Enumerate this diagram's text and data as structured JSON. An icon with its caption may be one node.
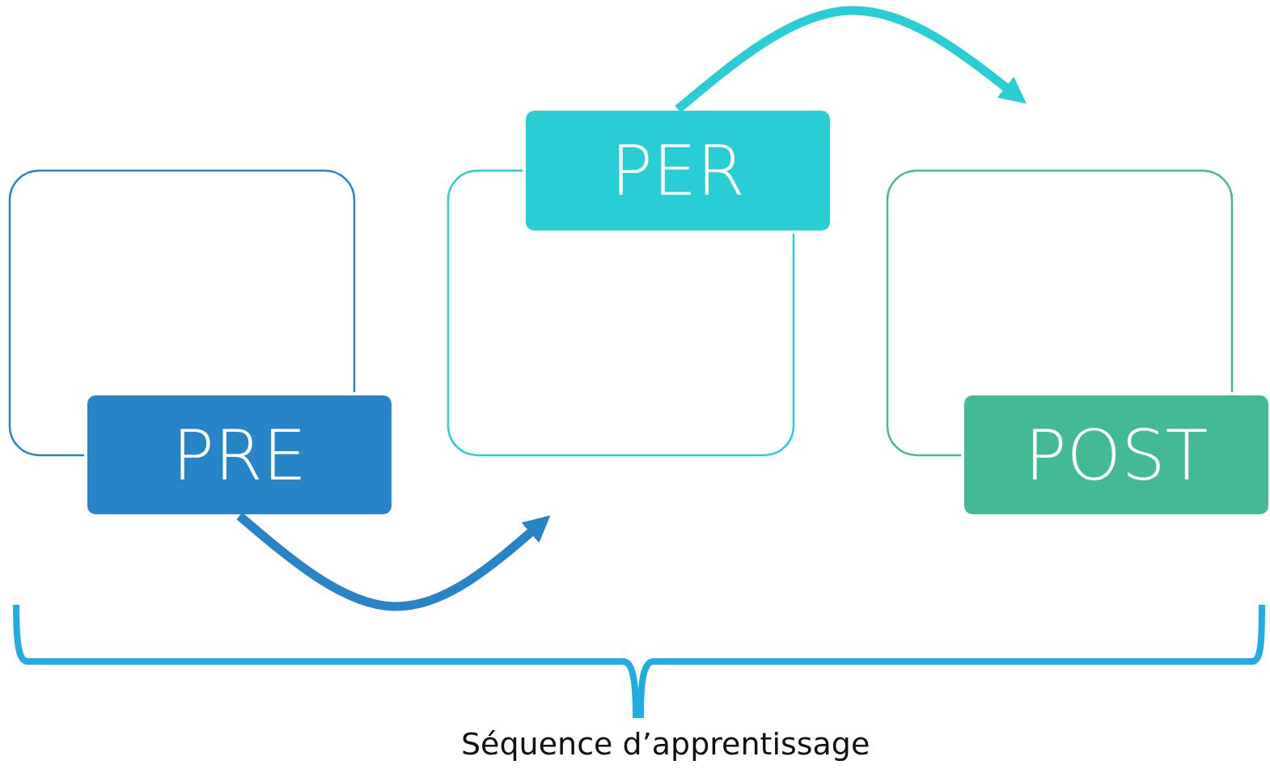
{
  "diagram": {
    "nodes": [
      {
        "text": [],
        "shape": "box"
      },
      {
        "text": [
          "PRE"
        ]
      },
      {
        "text": [],
        "shape": "box"
      },
      {
        "text": [
          "PER"
        ]
      },
      {
        "text": [],
        "shape": "box"
      },
      {
        "text": [
          "POST"
        ]
      }
    ],
    "edges": [
      {
        "from": 1,
        "to": null,
        "arrow": "to",
        "color": "#2784c6"
      },
      {
        "from": 3,
        "to": null,
        "arrow": "to",
        "color": "#29cdd6"
      }
    ],
    "labels": [
      "Séquence d’apprentissage"
    ]
  }
}
